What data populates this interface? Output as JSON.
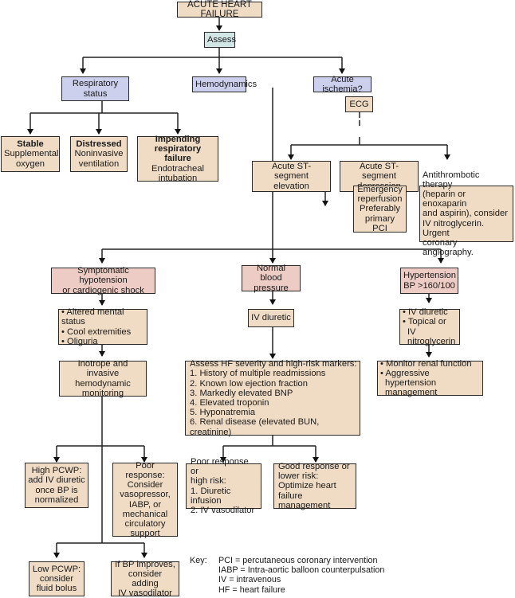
{
  "title": "ACUTE HEART FAILURE",
  "assess": "Assess",
  "branches": {
    "respiratory": {
      "label": [
        "Respiratory",
        "status"
      ],
      "options": [
        {
          "heading": "Stable",
          "lines": [
            "Supplemental",
            "oxygen"
          ]
        },
        {
          "heading": "Distressed",
          "lines": [
            "Noninvasive",
            "ventilation"
          ]
        },
        {
          "heading": "Impending respiratory failure",
          "lines": [
            "Endotracheal",
            "intubation"
          ]
        }
      ]
    },
    "hemodynamics": {
      "label": "Hemodynamics"
    },
    "ischemia": {
      "label": "Acute ischemia?",
      "ecg": "ECG",
      "elevation": {
        "label": [
          "Acute ST-segment",
          "elevation"
        ],
        "action": [
          "Emergency",
          "reperfusion",
          "Preferably",
          "primary PCI"
        ]
      },
      "depression": {
        "label": [
          "Acute ST-segment",
          "depression"
        ],
        "action": [
          "Antithrombotic therapy",
          "(heparin or enoxaparin",
          "and aspirin), consider",
          "IV nitroglycerin. Urgent",
          "coronary angiography."
        ]
      }
    }
  },
  "hypotension": {
    "label": [
      "Symptomatic hypotension",
      "or cardiogenic shock"
    ],
    "signs": [
      "Altered mental status",
      "Cool extremities",
      "Oliguria"
    ],
    "treatment": [
      "Inotrope and invasive",
      "hemodynamic",
      "monitoring"
    ],
    "high_pcwp": [
      "High PCWP:",
      "add IV diuretic",
      "once BP is",
      "normalized"
    ],
    "poor_response": [
      "Poor response:",
      "Consider",
      "vasopressor,",
      "IABP, or",
      "mechanical",
      "circulatory",
      "support"
    ],
    "low_pcwp": [
      "Low PCWP:",
      "consider",
      "fluid bolus"
    ],
    "bp_improves": [
      "If BP improves,",
      "consider adding",
      "IV vasodilator"
    ]
  },
  "normal": {
    "label": [
      "Normal blood",
      "pressure"
    ],
    "treatment": "IV diuretic",
    "assess": {
      "heading": "Assess HF severity and high-risk markers:",
      "items": [
        "1. History of multiple readmissions",
        "2. Known low ejection fraction",
        "3. Markedly elevated BNP",
        "4. Elevated troponin",
        "5. Hyponatremia",
        "6. Renal disease (elevated BUN, creatinine)"
      ]
    },
    "poor": [
      "Poor response or",
      "high risk:",
      "1. Diuretic infusion",
      "2. IV vasodilator"
    ],
    "good": [
      "Good response or",
      "lower risk:",
      "Optimize heart",
      "failure management"
    ]
  },
  "hypertension": {
    "label": [
      "Hypertension",
      "BP >160/100"
    ],
    "treatment": [
      "IV diuretic",
      "Topical or IV nitroglycerin"
    ],
    "followup": [
      "Monitor renal function",
      "Aggressive hypertension management"
    ]
  },
  "key": {
    "label": "Key:",
    "entries": [
      "PCI = percutaneous coronary intervention",
      "IABP = Intra-aortic balloon counterpulsation",
      "IV = intravenous",
      "HF = heart failure"
    ]
  }
}
